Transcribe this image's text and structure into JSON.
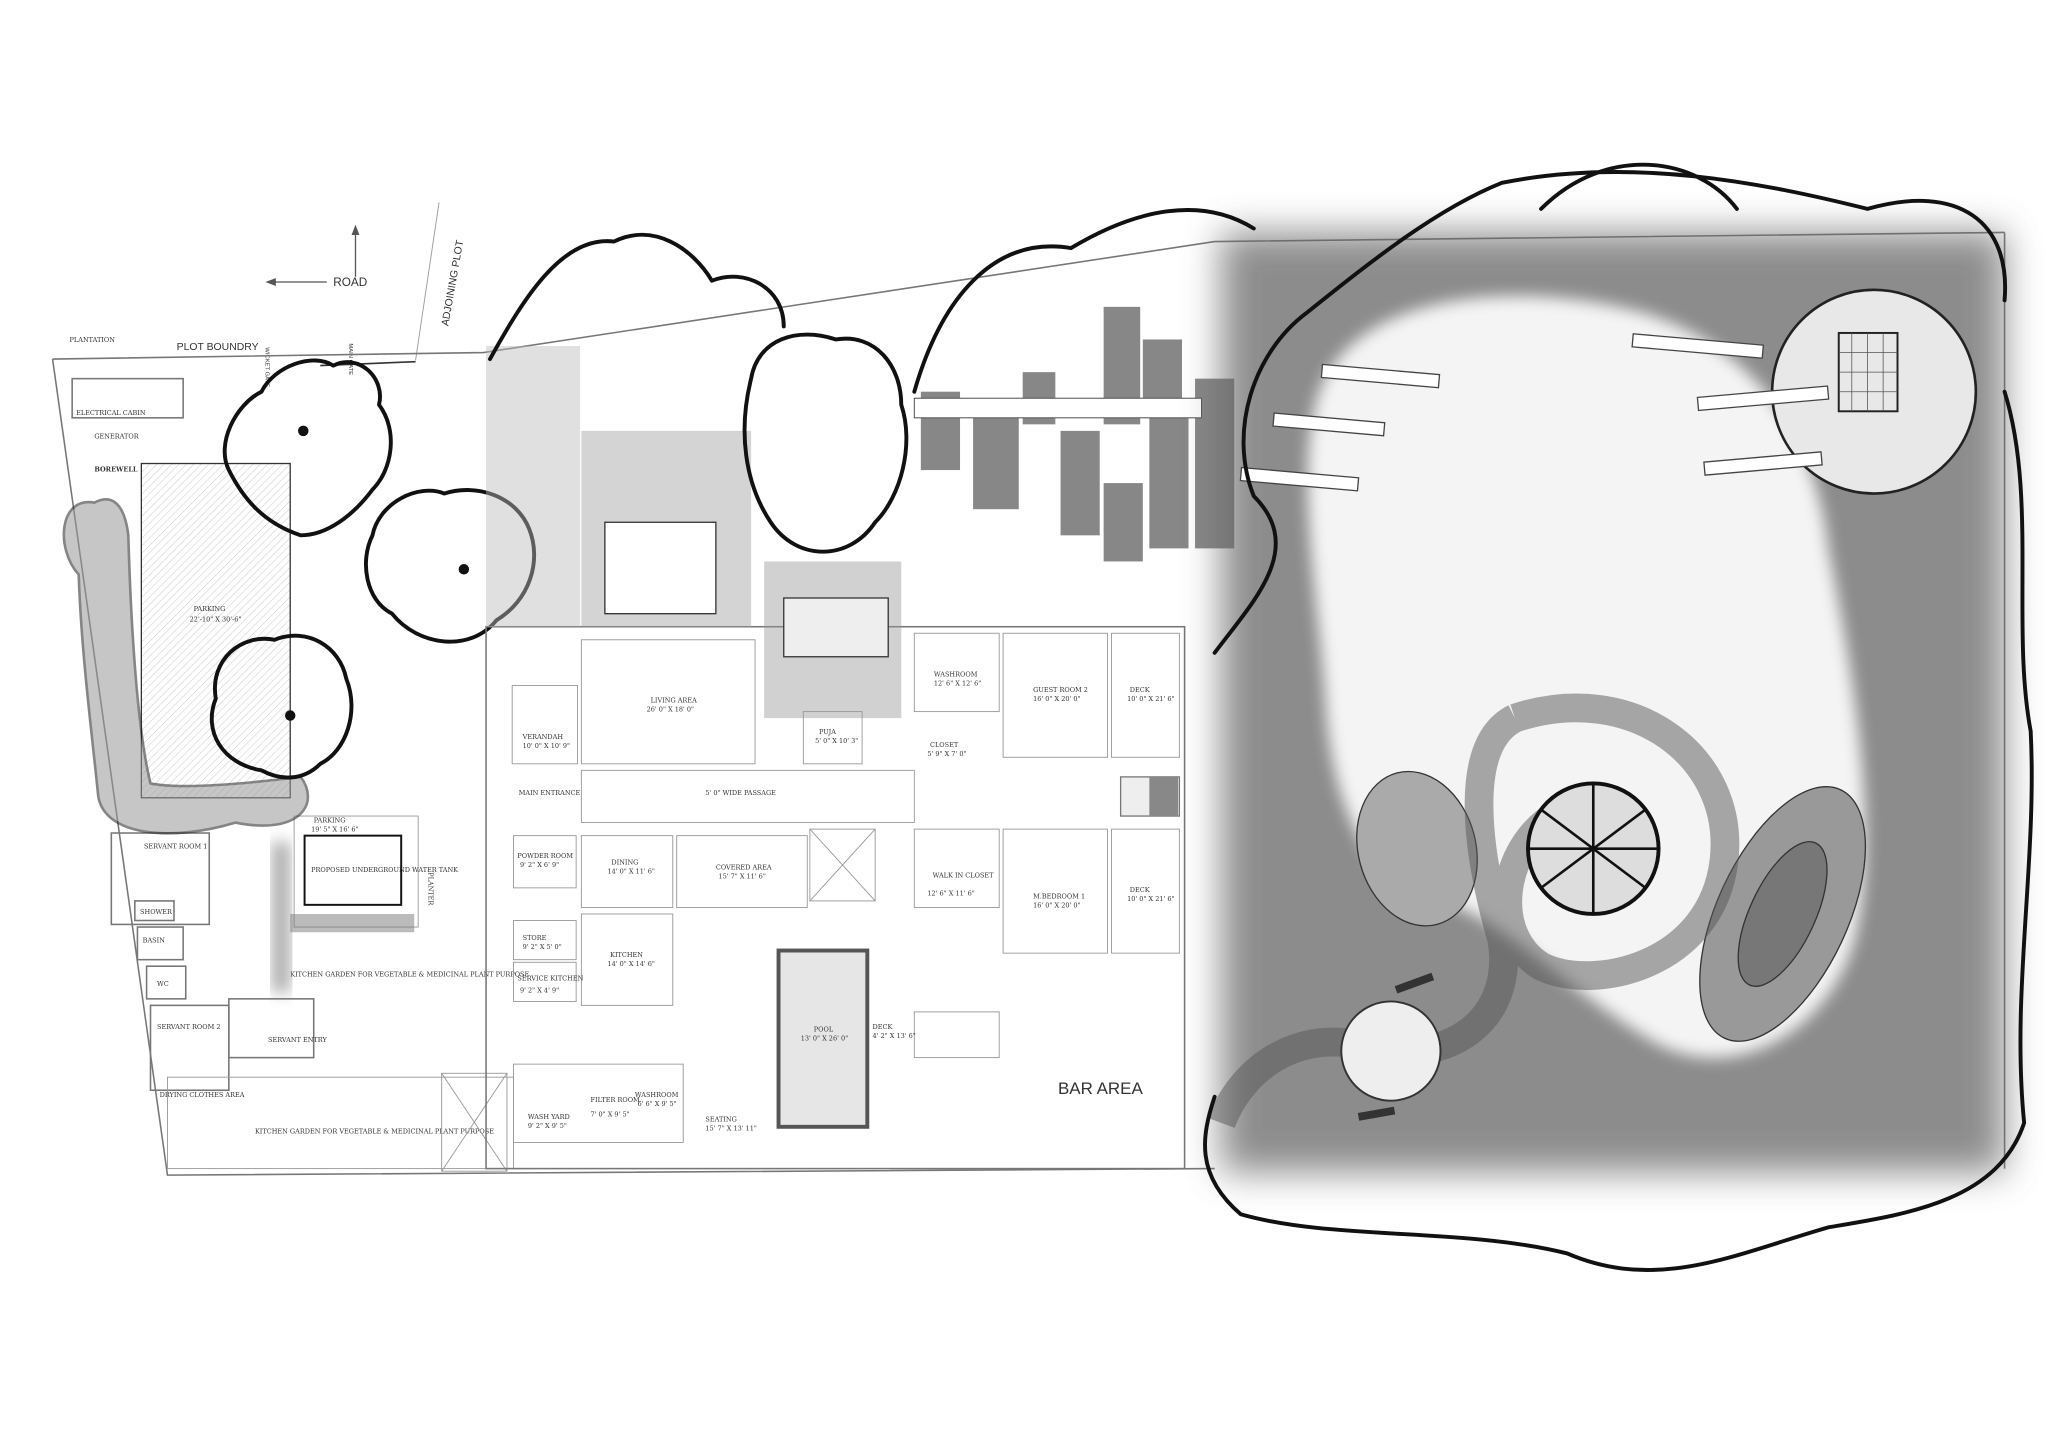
{
  "site": {
    "road": "ROAD",
    "adjoining_plot": "ADJOINING PLOT",
    "plot_boundary": "PLOT BOUNDRY",
    "plantation": "PLANTATION",
    "wicket_gate": "WICKET GATE",
    "main_gate": "MAIN GATE",
    "planter": "PLANTER",
    "bar_area": "BAR AREA"
  },
  "service_block": {
    "electrical_cabin": "ELECTRICAL CABIN",
    "generator": "GENERATOR",
    "borewell": "BOREWELL",
    "parking_main": "PARKING",
    "parking_main_size": "22'-10\" X 30'-6\"",
    "servant_room_1": "SERVANT ROOM 1",
    "shower": "SHOWER",
    "basin": "BASIN",
    "wc": "WC",
    "servant_room_2": "SERVANT ROOM 2",
    "servant_entry": "SERVANT ENTRY",
    "drying_area": "DRYING CLOTHES AREA",
    "parking_2": "PARKING",
    "parking_2_size": "19' 5\" X 16' 6\"",
    "water_tank": "PROPOSED UNDERGROUND WATER TANK",
    "kitchen_garden_1": "KITCHEN GARDEN FOR VEGETABLE & MEDICINAL PLANT PURPOSE",
    "kitchen_garden_2": "KITCHEN GARDEN FOR VEGETABLE & MEDICINAL PLANT PURPOSE"
  },
  "rooms": [
    {
      "name": "LIVING AREA",
      "size": "26' 0\" X 18' 0\""
    },
    {
      "name": "VERANDAH",
      "size": "10' 0\" X 10' 9\""
    },
    {
      "name": "MAIN ENTRANCE",
      "size": ""
    },
    {
      "name": "5' 0\" WIDE PASSAGE",
      "size": ""
    },
    {
      "name": "PUJA",
      "size": "5' 0\" X 10' 3\""
    },
    {
      "name": "WASHROOM",
      "size": "12' 6\" X 12' 6\""
    },
    {
      "name": "CLOSET",
      "size": "5' 9\" X 7' 0\""
    },
    {
      "name": "GUEST ROOM 2",
      "size": "16' 0\" X 20' 0\""
    },
    {
      "name": "DECK",
      "size": "10' 0\" X 21' 6\""
    },
    {
      "name": "POWDER ROOM",
      "size": "9' 2\" X 6' 9\""
    },
    {
      "name": "DINING",
      "size": "14' 0\" X 11' 6\""
    },
    {
      "name": "COVERED AREA",
      "size": "15' 7\" X 11' 6\""
    },
    {
      "name": "WALK IN CLOSET",
      "size": "12' 6\" X 11' 6\""
    },
    {
      "name": "M.BEDROOM 1",
      "size": "16' 0\" X 20' 0\""
    },
    {
      "name": "DECK",
      "size": "10' 0\" X 21' 6\""
    },
    {
      "name": "STORE",
      "size": "9' 2\" X 5' 0\""
    },
    {
      "name": "SERVICE KITCHEN",
      "size": "9' 2\" X 4' 9\""
    },
    {
      "name": "KITCHEN",
      "size": "14' 0\" X 14' 6\""
    },
    {
      "name": "POOL",
      "size": "13' 0\" X 26' 0\""
    },
    {
      "name": "DECK",
      "size": "4' 2\" X 13' 6\""
    },
    {
      "name": "WASH YARD",
      "size": "9' 2\" X 9' 5\""
    },
    {
      "name": "FILTER ROOM",
      "size": "7' 0\" X 9' 5\""
    },
    {
      "name": "WASHROOM",
      "size": "6' 6\" X 9' 5\""
    },
    {
      "name": "SEATING",
      "size": "15' 7\" X 13' 11\""
    }
  ],
  "colors": {
    "ink": "#111111",
    "foliage": "#8a8a8a",
    "lawn": "#f4f4f4",
    "lines": "#777777"
  }
}
